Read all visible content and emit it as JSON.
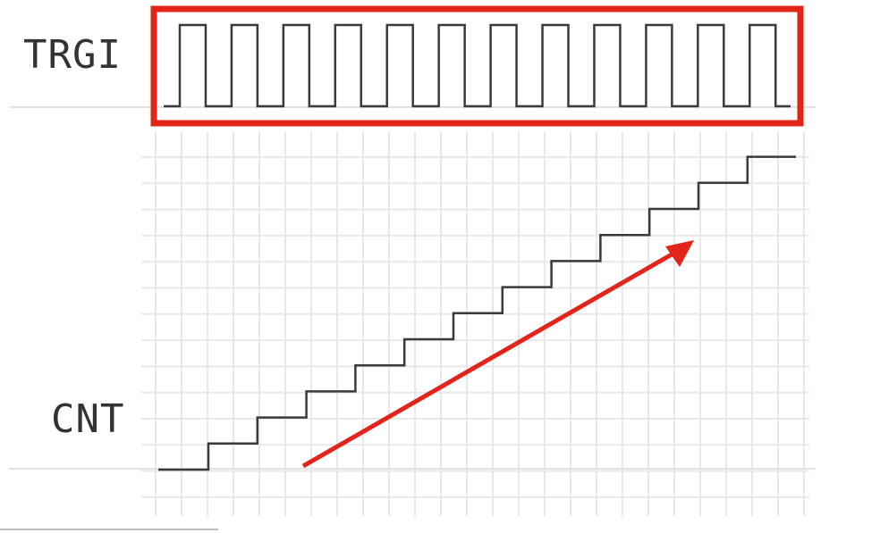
{
  "labels": {
    "trgi": "TRGI",
    "cnt": "CNT"
  },
  "trgi": {
    "pulse_count": 12,
    "highlight_box_color": "#e3241b",
    "wave_color": "#3a3a3a"
  },
  "cnt": {
    "levels": [
      0,
      1,
      2,
      3,
      4,
      5,
      6,
      7,
      8,
      9,
      10,
      11,
      12
    ],
    "step_color": "#3a3a3a",
    "trend_arrow_color": "#e3241b",
    "trend_direction": "up"
  },
  "grid": {
    "visible": true,
    "color": "#e8e8e8"
  }
}
